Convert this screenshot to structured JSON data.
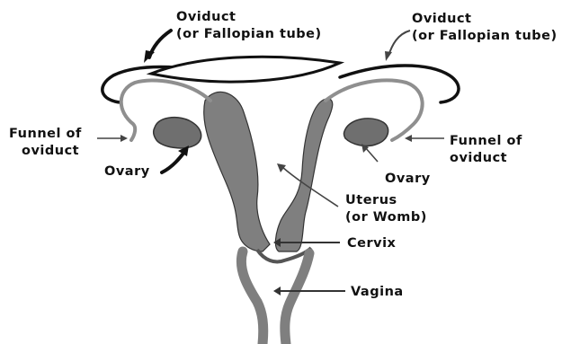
{
  "labels": {
    "oviduct_left": {
      "line1": "Oviduct",
      "line2": "(or Fallopian tube)"
    },
    "oviduct_right": {
      "line1": "Oviduct",
      "line2": "(or Fallopian tube)"
    },
    "funnel_left": {
      "line1": "Funnel of",
      "line2": "oviduct"
    },
    "funnel_right": {
      "line1": "Funnel of",
      "line2": "oviduct"
    },
    "ovary_left": "Ovary",
    "ovary_right": "Ovary",
    "uterus": {
      "line1": "Uterus",
      "line2": "(or Womb)"
    },
    "cervix": "Cervix",
    "vagina": "Vagina"
  },
  "colors": {
    "tissue": "#7f7f7f",
    "outline": "#111111",
    "background": "#ffffff"
  }
}
